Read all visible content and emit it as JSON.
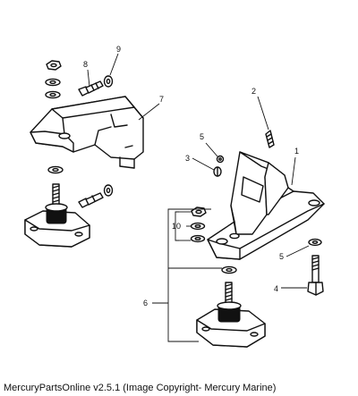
{
  "callouts": {
    "c1": "1",
    "c2": "2",
    "c3": "3",
    "c4": "4",
    "c5a": "5",
    "c5b": "5",
    "c6": "6",
    "c7": "7",
    "c8": "8",
    "c9": "9",
    "c10": "10"
  },
  "footer": {
    "text": "MercuryPartsOnline v2.5.1 (Image Copyright- Mercury Marine)"
  }
}
